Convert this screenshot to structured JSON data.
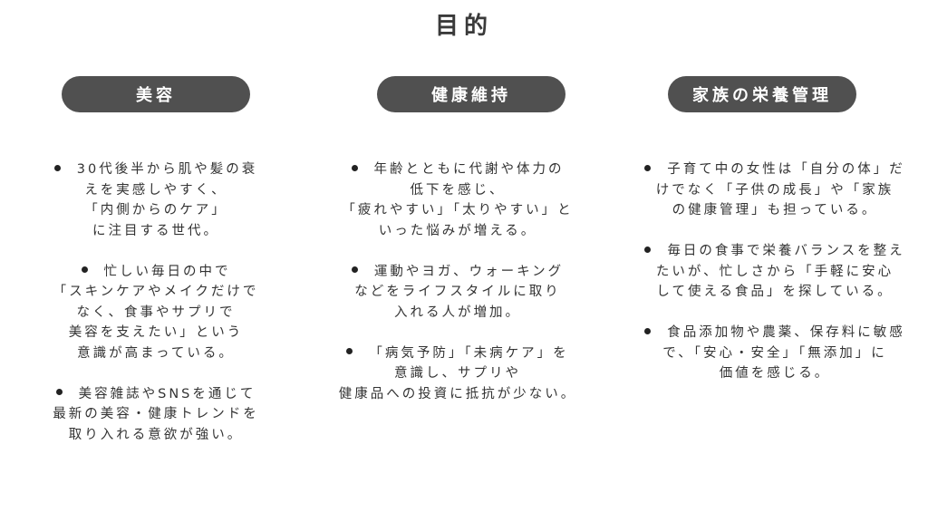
{
  "title": "目的",
  "columns": [
    {
      "heading": "美容",
      "bullets": [
        [
          "30代後半から肌や髪の衰",
          "えを実感しやすく、",
          "「内側からのケア」",
          "に注目する世代。"
        ],
        [
          "忙しい毎日の中で",
          "「スキンケアやメイクだけで",
          "なく、食事やサプリで",
          "美容を支えたい」という",
          "意識が高まっている。"
        ],
        [
          "美容雑誌やSNSを通じて",
          "最新の美容・健康トレンドを",
          "取り入れる意欲が強い。"
        ]
      ]
    },
    {
      "heading": "健康維持",
      "bullets": [
        [
          "年齢とともに代謝や体力の",
          "低下を感じ、",
          "「疲れやすい」「太りやすい」と",
          "いった悩みが増える。"
        ],
        [
          "運動やヨガ、ウォーキング",
          "などをライフスタイルに取り",
          "入れる人が増加。"
        ],
        [
          "「病気予防」「未病ケア」を",
          "意識し、サプリや",
          "健康品への投資に抵抗が少ない。"
        ]
      ]
    },
    {
      "heading": "家族の栄養管理",
      "bullets": [
        [
          "子育て中の女性は「自分の体」だ",
          "けでなく「子供の成長」や「家族",
          "の健康管理」も担っている。"
        ],
        [
          "毎日の食事で栄養バランスを整え",
          "たいが、忙しさから「手軽に安心",
          "して使える食品」を探している。"
        ],
        [
          "食品添加物や農薬、保存料に敏感",
          "で、「安心・安全」「無添加」に",
          "価値を感じる。"
        ]
      ]
    }
  ]
}
